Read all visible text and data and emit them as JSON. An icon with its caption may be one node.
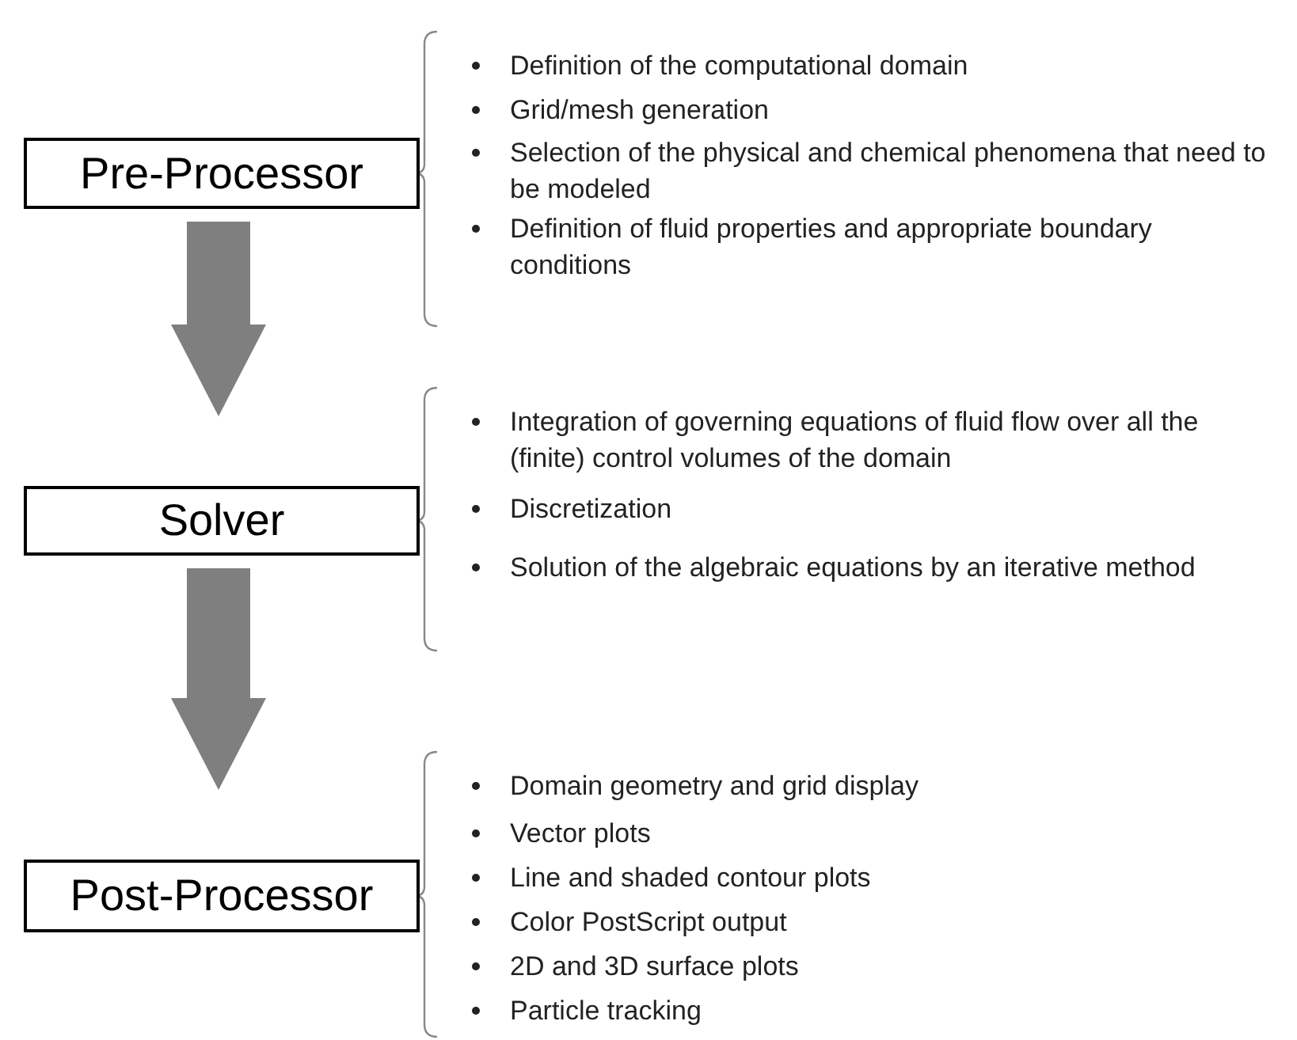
{
  "diagram": {
    "nodes": [
      {
        "text": [
          "Pre-Processor"
        ],
        "beside": [
          "Definition of the computational domain",
          "Grid/mesh generation",
          "Selection of the physical and chemical phenomena that need to be modeled",
          "Definition of fluid properties and appropriate boundary conditions"
        ]
      },
      {
        "text": [
          "Solver"
        ],
        "beside": [
          "Integration of governing equations of fluid flow over all the (finite) control volumes of the domain",
          "Discretization",
          "Solution of the algebraic equations by an iterative method"
        ]
      },
      {
        "text": [
          "Post-Processor"
        ],
        "beside": [
          "Domain geometry and grid display",
          "Vector plots",
          "Line and shaded contour plots",
          "Color PostScript output",
          "2D and 3D surface plots",
          "Particle tracking"
        ]
      }
    ],
    "edges": [
      {
        "from": 0,
        "to": 1,
        "arrow": "to"
      },
      {
        "from": 1,
        "to": 2,
        "arrow": "to"
      }
    ]
  }
}
